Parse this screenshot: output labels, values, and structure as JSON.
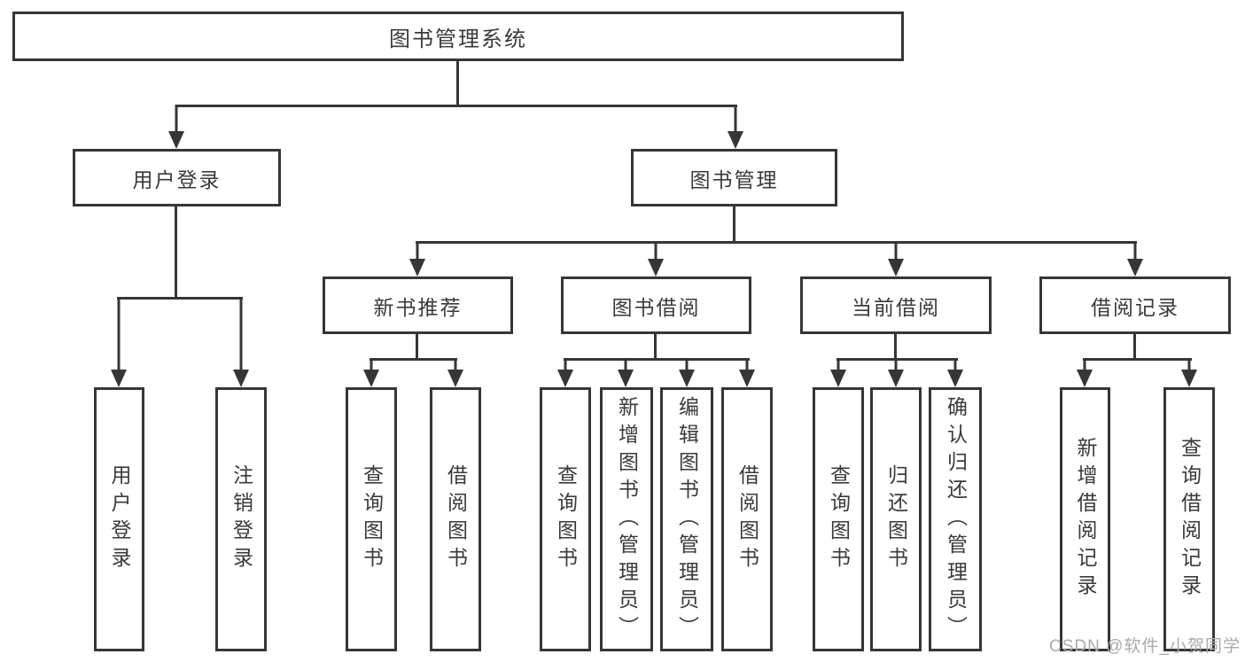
{
  "diagram_title": "图书管理系统",
  "nodes": {
    "root": "图书管理系统",
    "user_login": "用户登录",
    "book_mgmt": "图书管理",
    "new_book_rec": "新书推荐",
    "book_borrow": "图书借阅",
    "current_borrow": "当前借阅",
    "borrow_records": "借阅记录",
    "leaf_user_login": "用户登录",
    "leaf_logout": "注销登录",
    "leaf_rec_query": "查询图书",
    "leaf_rec_borrow": "借阅图书",
    "leaf_bb_query": "查询图书",
    "leaf_bb_add": "新增图书（管理员）",
    "leaf_bb_edit": "编辑图书（管理员）",
    "leaf_bb_borrow": "借阅图书",
    "leaf_cb_query": "查询图书",
    "leaf_cb_return": "归还图书",
    "leaf_cb_confirm": "确认归还（管理员）",
    "leaf_br_add": "新增借阅记录",
    "leaf_br_query": "查询借阅记录"
  },
  "hierarchy": {
    "图书管理系统": {
      "用户登录": [
        "用户登录",
        "注销登录"
      ],
      "图书管理": {
        "新书推荐": [
          "查询图书",
          "借阅图书"
        ],
        "图书借阅": [
          "查询图书",
          "新增图书（管理员）",
          "编辑图书（管理员）",
          "借阅图书"
        ],
        "当前借阅": [
          "查询图书",
          "归还图书",
          "确认归还（管理员）"
        ],
        "借阅记录": [
          "新增借阅记录",
          "查询借阅记录"
        ]
      }
    }
  },
  "watermark": "CSDN @软件_小贺同学",
  "colors": {
    "line": "#363636",
    "text": "#3a3a3a",
    "background": "#ffffff",
    "watermark": "#ababab"
  }
}
